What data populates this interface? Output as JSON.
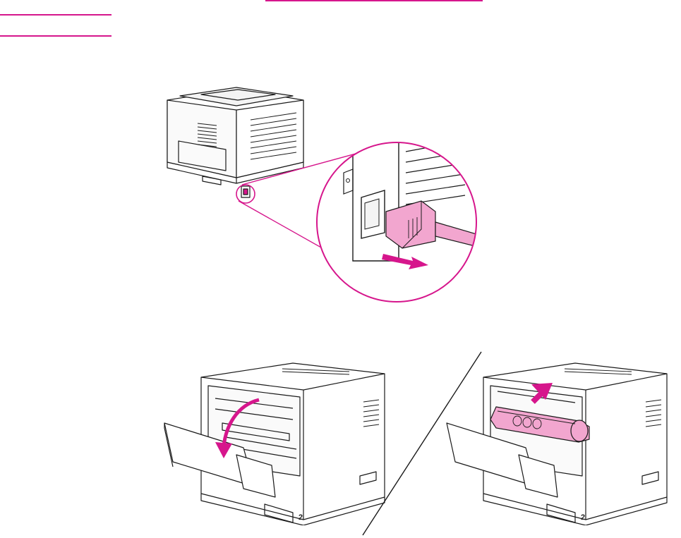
{
  "page": {
    "header_rules": 3
  },
  "colors": {
    "accent": "#d6168c",
    "accent_light": "#f2a6cf",
    "line": "#1a1a1a"
  },
  "figures": {
    "power_cord": {
      "icon": "unplug-power-cord-illustration"
    },
    "door_open": {
      "icon": "open-toner-door-illustration",
      "step_label": "2"
    },
    "toner_remove": {
      "icon": "remove-toner-cartridge-illustration",
      "step_label": "2"
    }
  }
}
